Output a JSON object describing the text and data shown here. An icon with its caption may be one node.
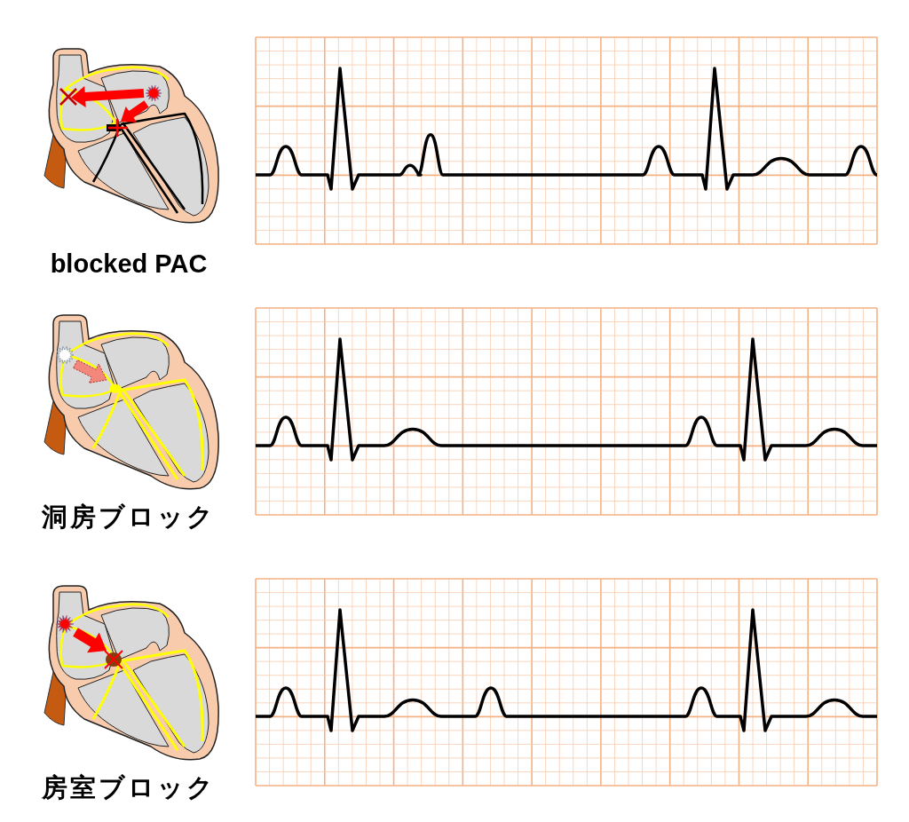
{
  "diagram": {
    "labels": [
      "blocked PAC",
      "洞房ブロック",
      "房室ブロック"
    ]
  }
}
